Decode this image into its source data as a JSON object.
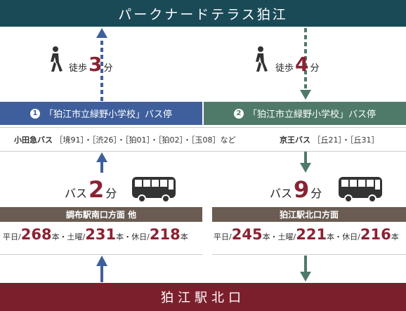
{
  "destination": "パークナードテラス狛江",
  "station": "狛江駅北口",
  "walk": [
    {
      "label": "徒歩",
      "minutes": "3",
      "unit": "分"
    },
    {
      "label": "徒歩",
      "minutes": "4",
      "unit": "分"
    }
  ],
  "stops": [
    {
      "num": "1",
      "name": "「狛江市立緑野小学校」バス停"
    },
    {
      "num": "2",
      "name": "「狛江市立緑野小学校」バス停"
    }
  ],
  "routes": {
    "odakyu": {
      "operator": "小田急バス",
      "lines": "［境91］・［渋26］・［狛01］・［狛02］・［玉08］など"
    },
    "keio": {
      "operator": "京王バス",
      "lines": "［丘21］・［丘31］"
    }
  },
  "bus": [
    {
      "label": "バス",
      "minutes": "2",
      "unit": "分",
      "direction": "調布駅南口方面 他",
      "freq": {
        "weekday_label": "平日/",
        "weekday": "268",
        "sat_label": "本・土曜/",
        "sat": "231",
        "hol_label": "本・休日/",
        "hol": "218",
        "end": "本"
      }
    },
    {
      "label": "バス",
      "minutes": "9",
      "unit": "分",
      "direction": "狛江駅北口方面",
      "freq": {
        "weekday_label": "平日/",
        "weekday": "245",
        "sat_label": "本・土曜/",
        "sat": "221",
        "hol_label": "本・休日/",
        "hol": "216",
        "end": "本"
      }
    }
  ],
  "colors": {
    "top_banner": "#1b4a57",
    "bottom_banner": "#7c1f2d",
    "stop1": "#3f5f9c",
    "stop2": "#4f7a6a",
    "accent_number": "#8a2232",
    "direction_bar": "#6a5c52"
  },
  "icons": [
    "walking-person-icon",
    "bus-icon",
    "arrow-up-icon",
    "arrow-down-icon"
  ]
}
